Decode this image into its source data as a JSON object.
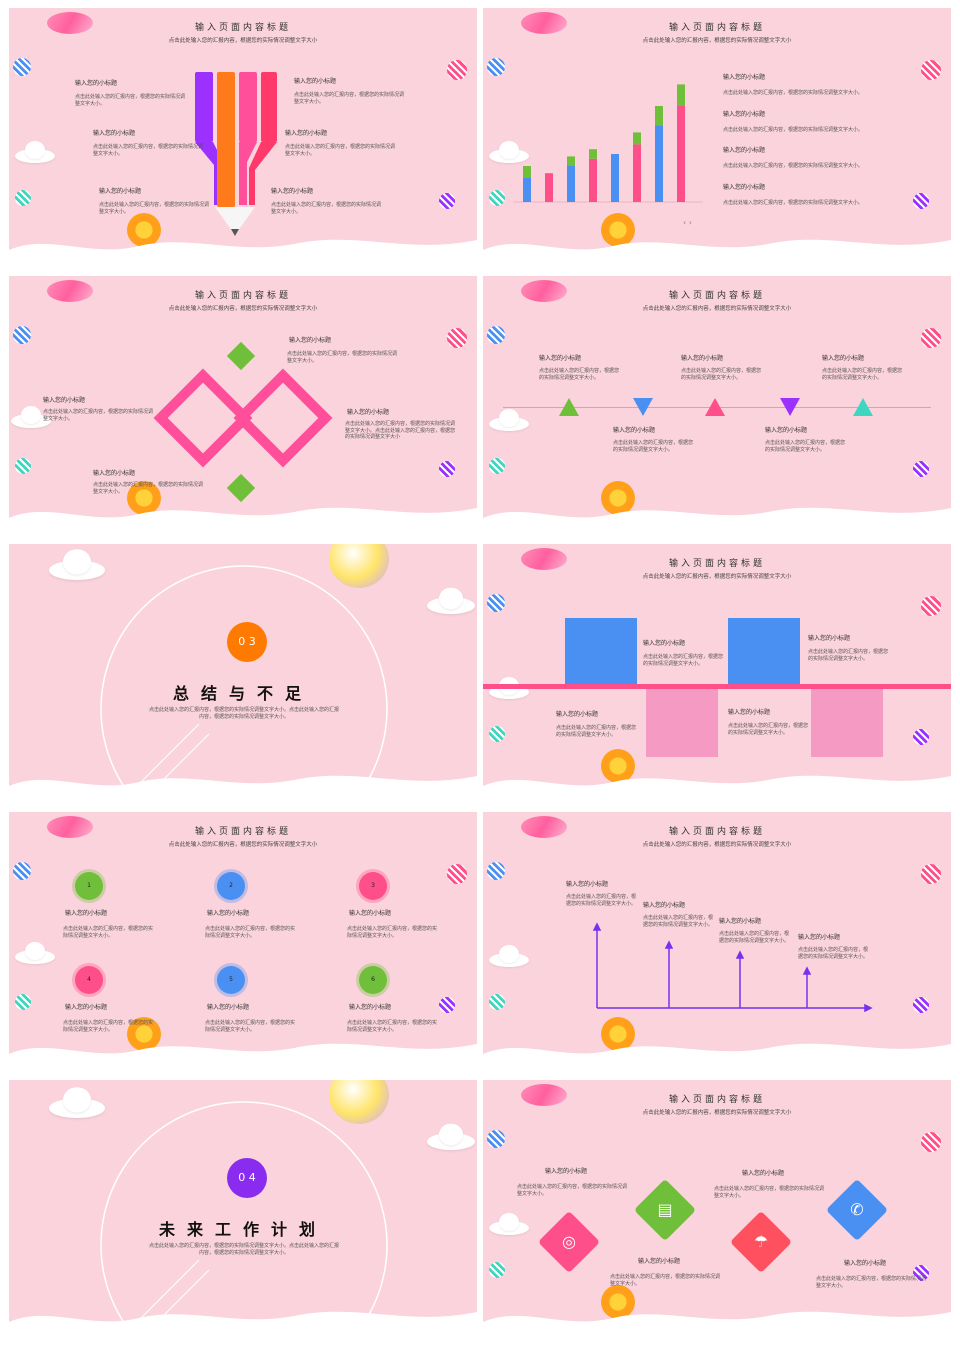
{
  "common": {
    "title": "输入页面内容标题",
    "subtitle": "点击此处输入您的汇报内容，根据您的实际情况调整文字大小",
    "subheading": "输入您的小标题"
  },
  "s1": {
    "items": [
      {
        "h": "输入您的小标题",
        "p": "点击此处输入您的汇报内容，根据您的实际情况调整文字大小。"
      },
      {
        "h": "输入您的小标题",
        "p": "点击此处输入您的汇报内容，根据您的实际情况调整文字大小。"
      },
      {
        "h": "输入您的小标题",
        "p": "点击此处输入您的汇报内容，根据您的实际情况调整文字大小。"
      },
      {
        "h": "输入您的小标题",
        "p": "点击此处输入您的汇报内容，根据您的实际情况调整文字大小。"
      },
      {
        "h": "输入您的小标题",
        "p": "点击此处输入您的汇报内容，根据您的实际情况调整文字大小。"
      },
      {
        "h": "输入您的小标题",
        "p": "点击此处输入您的汇报内容，根据您的实际情况调整文字大小。"
      }
    ],
    "colors": [
      "#9b30ff",
      "#ff7a1a",
      "#ff4f9a",
      "#ff3a6a"
    ]
  },
  "chart_data": {
    "type": "bar",
    "categories": [
      "",
      "",
      "",
      "",
      "",
      "",
      "",
      ""
    ],
    "series": [
      {
        "name": "",
        "values": [
          10,
          12,
          15,
          18,
          20,
          24,
          32,
          40
        ]
      },
      {
        "name": "",
        "values": [
          5,
          0,
          4,
          4,
          0,
          5,
          8,
          9
        ]
      }
    ],
    "colors": [
      "#4a90f2",
      "#ff4f8a",
      "#6fbf3a"
    ],
    "items": [
      {
        "h": "输入您的小标题",
        "p": "点击此处输入您的汇报内容，根据您的实际情况调整文字大小。"
      },
      {
        "h": "输入您的小标题",
        "p": "点击此处输入您的汇报内容，根据您的实际情况调整文字大小。"
      },
      {
        "h": "输入您的小标题",
        "p": "点击此处输入您的汇报内容，根据您的实际情况调整文字大小。"
      },
      {
        "h": "输入您的小标题",
        "p": "点击此处输入您的汇报内容，根据您的实际情况调整文字大小。"
      }
    ]
  },
  "s3": {
    "items": [
      {
        "h": "输入您的小标题",
        "p": "点击此处输入您的汇报内容，根据您的实际情况调整文字大小。"
      },
      {
        "h": "输入您的小标题",
        "p": "点击此处输入您的汇报内容，根据您的实际情况调整文字大小。"
      },
      {
        "h": "输入您的小标题",
        "p": "点击此处输入您的汇报内容，根据您的实际情况调整文字大小。点击此处输入您的汇报内容，根据您的实际情况调整文字大小"
      },
      {
        "h": "输入您的小标题",
        "p": "点击此处输入您的汇报内容，根据您的实际情况调整文字大小。"
      }
    ]
  },
  "s4": {
    "items": [
      {
        "h": "输入您的小标题",
        "p": "点击此处输入您的汇报内容，根据您的实际情况调整文字大小。"
      },
      {
        "h": "输入您的小标题",
        "p": "点击此处输入您的汇报内容，根据您的实际情况调整文字大小。"
      },
      {
        "h": "输入您的小标题",
        "p": "点击此处输入您的汇报内容，根据您的实际情况调整文字大小。"
      },
      {
        "h": "输入您的小标题",
        "p": "点击此处输入您的汇报内容，根据您的实际情况调整文字大小。"
      },
      {
        "h": "输入您的小标题",
        "p": "点击此处输入您的汇报内容，根据您的实际情况调整文字大小。"
      }
    ],
    "colors": [
      "#6fbf3a",
      "#4a90f2",
      "#ff4f8a",
      "#9b30ff",
      "#3ed6c0"
    ]
  },
  "s5": {
    "num": "0 3",
    "title": "总结与不足",
    "body": "点击此处输入您的汇报内容，根据您的实际情况调整文字大小。点击此处输入您的汇报内容，根据您的实际情况调整文字大小。",
    "num_color": "#ff7a00"
  },
  "s6": {
    "items": [
      {
        "h": "输入您的小标题",
        "p": "点击此处输入您的汇报内容，根据您的实际情况调整文字大小。"
      },
      {
        "h": "输入您的小标题",
        "p": "点击此处输入您的汇报内容，根据您的实际情况调整文字大小。"
      },
      {
        "h": "输入您的小标题",
        "p": "点击此处输入您的汇报内容，根据您的实际情况调整文字大小。"
      },
      {
        "h": "输入您的小标题",
        "p": "点击此处输入您的汇报内容，根据您的实际情况调整文字大小。"
      }
    ]
  },
  "s7": {
    "items": [
      {
        "n": "1",
        "h": "输入您的小标题",
        "p": "点击此处输入您的汇报内容，根据您的实际情况调整文字大小。",
        "c": "#6fbf3a"
      },
      {
        "n": "2",
        "h": "输入您的小标题",
        "p": "点击此处输入您的汇报内容，根据您的实际情况调整文字大小。",
        "c": "#4a90f2"
      },
      {
        "n": "3",
        "h": "输入您的小标题",
        "p": "点击此处输入您的汇报内容，根据您的实际情况调整文字大小。",
        "c": "#ff4f8a"
      },
      {
        "n": "4",
        "h": "输入您的小标题",
        "p": "点击此处输入您的汇报内容，根据您的实际情况调整文字大小。",
        "c": "#ff4f8a"
      },
      {
        "n": "5",
        "h": "输入您的小标题",
        "p": "点击此处输入您的汇报内容，根据您的实际情况调整文字大小。",
        "c": "#4a90f2"
      },
      {
        "n": "6",
        "h": "输入您的小标题",
        "p": "点击此处输入您的汇报内容，根据您的实际情况调整文字大小。",
        "c": "#6fbf3a"
      }
    ]
  },
  "s8": {
    "items": [
      {
        "h": "输入您的小标题",
        "p": "点击此处输入您的汇报内容，根据您的实际情况调整文字大小。"
      },
      {
        "h": "输入您的小标题",
        "p": "点击此处输入您的汇报内容，根据您的实际情况调整文字大小。"
      },
      {
        "h": "输入您的小标题",
        "p": "点击此处输入您的汇报内容，根据您的实际情况调整文字大小。"
      },
      {
        "h": "输入您的小标题",
        "p": "点击此处输入您的汇报内容，根据您的实际情况调整文字大小。"
      }
    ]
  },
  "s9": {
    "num": "0 4",
    "title": "未来工作计划",
    "body": "点击此处输入您的汇报内容，根据您的实际情况调整文字大小。点击此处输入您的汇报内容，根据您的实际情况调整文字大小。",
    "num_color": "#8a2cf0"
  },
  "s10": {
    "items": [
      {
        "h": "输入您的小标题",
        "p": "点击此处输入您的汇报内容，根据您的实际情况调整文字大小。"
      },
      {
        "h": "输入您的小标题",
        "p": "点击此处输入您的汇报内容，根据您的实际情况调整文字大小。"
      },
      {
        "h": "输入您的小标题",
        "p": "点击此处输入您的汇报内容，根据您的实际情况调整文字大小。"
      },
      {
        "h": "输入您的小标题",
        "p": "点击此处输入您的汇报内容，根据您的实际情况调整文字大小。"
      }
    ],
    "icons": [
      {
        "name": "target-icon",
        "glyph": "◎",
        "c": "#ff4f8a"
      },
      {
        "name": "document-icon",
        "glyph": "▤",
        "c": "#6fbf3a"
      },
      {
        "name": "umbrella-icon",
        "glyph": "☂",
        "c": "#ff5060"
      },
      {
        "name": "phone-icon",
        "glyph": "✆",
        "c": "#4a90f2"
      }
    ]
  }
}
